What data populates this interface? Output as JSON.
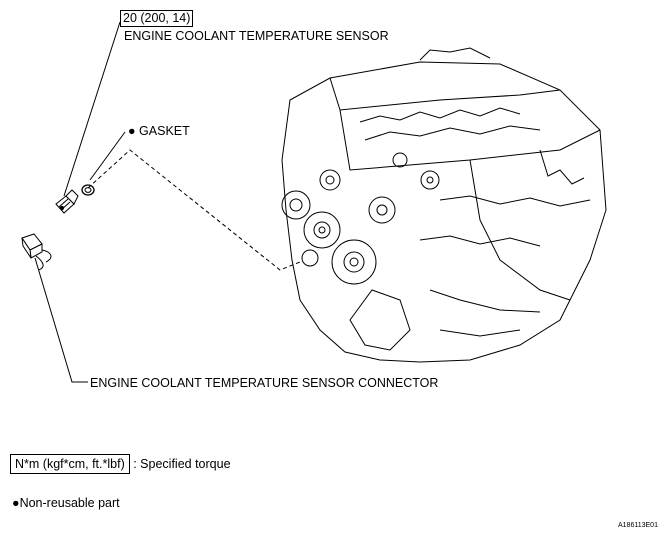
{
  "diagram": {
    "torque_value": "20 (200, 14)",
    "sensor_label": "ENGINE COOLANT TEMPERATURE SENSOR",
    "gasket_label": "GASKET",
    "connector_label": "ENGINE COOLANT TEMPERATURE SENSOR CONNECTOR"
  },
  "legend": {
    "torque_unit": "N*m (kgf*cm, ft.*lbf)",
    "torque_desc": ": Specified torque",
    "nonreusable": "Non-reusable part"
  },
  "figure_code": "A186113E01"
}
